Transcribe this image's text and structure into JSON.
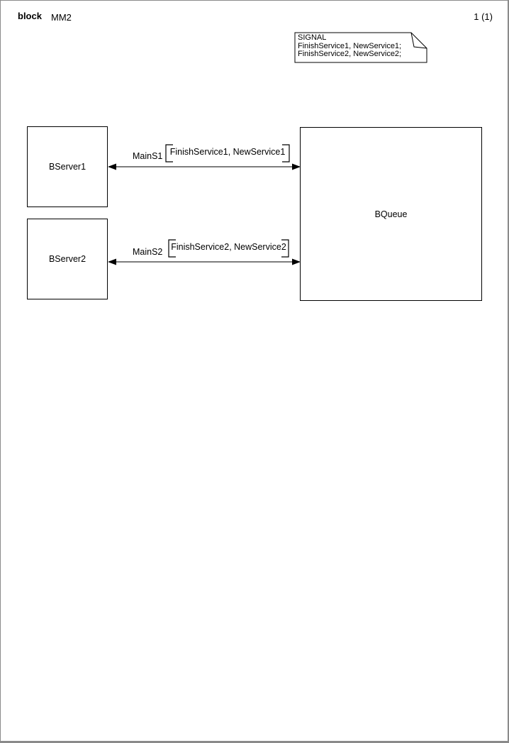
{
  "header": {
    "kind": "block",
    "name": "MM2",
    "page": "1 (1)"
  },
  "note": {
    "lines": [
      "SIGNAL",
      "FinishService1, NewService1;",
      "FinishService2, NewService2;"
    ]
  },
  "blocks": [
    {
      "name": "BServer1"
    },
    {
      "name": "BServer2"
    },
    {
      "name": "BQueue"
    }
  ],
  "channels": [
    {
      "name": "MainS1",
      "signal_list": "FinishService1, NewService1"
    },
    {
      "name": "MainS2",
      "signal_list": "FinishService2, NewService2"
    }
  ],
  "colors": {
    "channel_line": "#7d7d7d",
    "symbol_border": "#000000",
    "page_border": "#8a8a8a",
    "background": "#ffffff"
  }
}
